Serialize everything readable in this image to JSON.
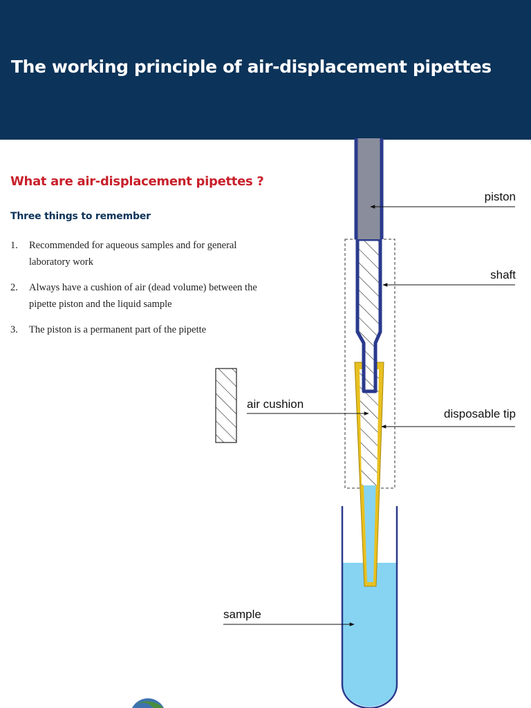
{
  "header": {
    "title": "The working principle of air-displacement pipettes"
  },
  "intro": {
    "heading": "What are air-displacement pipettes ?",
    "subheading": "Three things to remember",
    "points": [
      {
        "num": "1.",
        "text": "Recommended for aqueous samples and for general laboratory work"
      },
      {
        "num": "2.",
        "text": "Always have a cushion of air (dead volume) between the pipette piston and the liquid sample"
      },
      {
        "num": "3.",
        "text": "The piston is a permanent part of the pipette"
      }
    ]
  },
  "diagram": {
    "labels": {
      "piston": "piston",
      "shaft": "shaft",
      "air_cushion": "air cushion",
      "disposable_tip": "disposable tip",
      "sample": "sample"
    },
    "colors": {
      "header_bg": "#0c3359",
      "piston": "#8a8d9c",
      "shaft_outline": "#2a3a8c",
      "tip": "#e8c020",
      "liquid": "#86d4f2"
    }
  }
}
